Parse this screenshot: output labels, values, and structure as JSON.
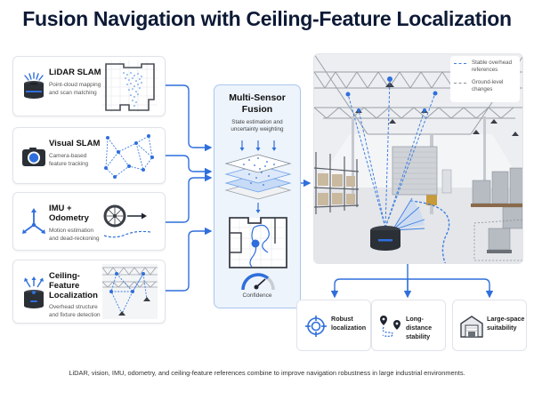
{
  "title": "Fusion Navigation with Ceiling-Feature Localization",
  "inputs": [
    {
      "title": "LiDAR SLAM",
      "subtitle_line1": "Point-cloud mapping",
      "subtitle_line2": "and scan matching",
      "icon": "lidar-sensor-icon"
    },
    {
      "title": "Visual SLAM",
      "subtitle_line1": "Camera-based",
      "subtitle_line2": "feature tracking",
      "icon": "camera-icon"
    },
    {
      "title": "IMU + Odometry",
      "subtitle_line1": "Motion estimation",
      "subtitle_line2": "and dead-reckoning",
      "icon": "axes-icon"
    },
    {
      "title_line1": "Ceiling-Feature",
      "title_line2": "Localization",
      "subtitle_line1": "Overhead structure",
      "subtitle_line2": "and fixture detection",
      "icon": "upward-sensor-icon"
    }
  ],
  "fusion": {
    "title_line1": "Multi-Sensor",
    "title_line2": "Fusion",
    "subtitle_line1": "State estimation and",
    "subtitle_line2": "uncertainty weighting",
    "gauge_label": "Confidence"
  },
  "scene": {
    "legend": [
      {
        "label_line1": "Stable overhead",
        "label_line2": "references",
        "color": "#3f7fe0"
      },
      {
        "label_line1": "Ground-level",
        "label_line2": "changes",
        "color": "#8a8f99"
      }
    ]
  },
  "outcomes": [
    {
      "line1": "Robust",
      "line2": "localization",
      "icon": "target-crosshair-icon"
    },
    {
      "line1": "Long-distance",
      "line2": "stability",
      "icon": "route-pins-icon"
    },
    {
      "line1": "Large-space",
      "line2": "suitability",
      "icon": "warehouse-icon"
    }
  ],
  "footer": "LiDAR, vision, IMU, odometry, and ceiling-feature references combine to improve navigation robustness in large industrial environments.",
  "colors": {
    "accent": "#2f6fdc",
    "title": "#0d1a36",
    "panel_bg": "#eef4fc"
  }
}
